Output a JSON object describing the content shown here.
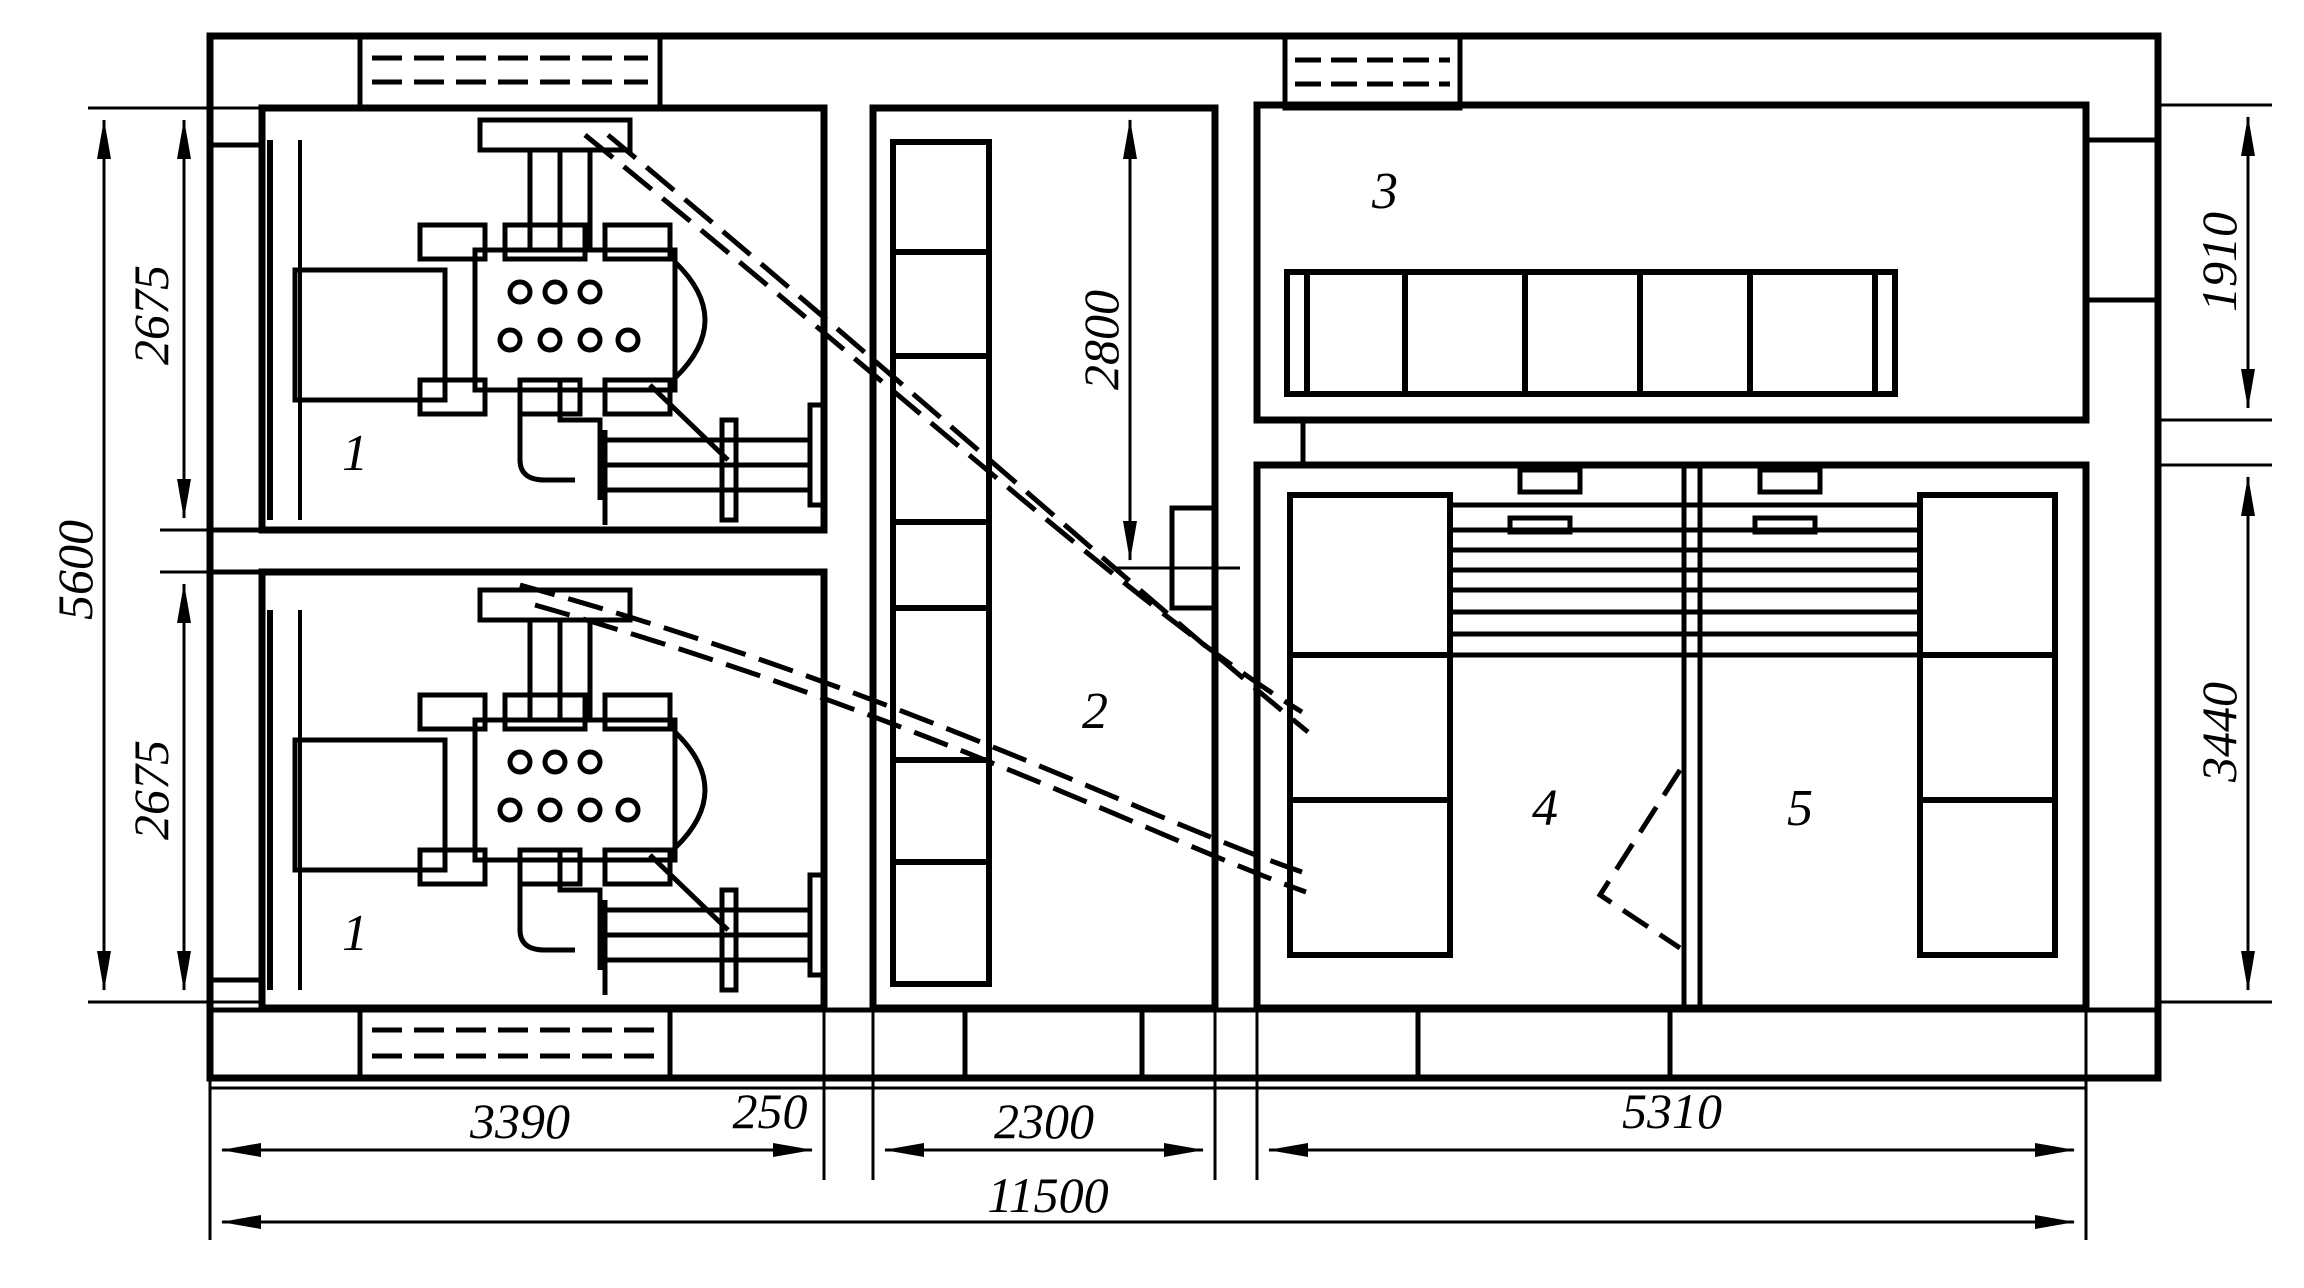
{
  "dimensions": {
    "total_height": "5600",
    "engine_room_height_top": "2675",
    "engine_room_height_bottom": "2675",
    "corridor_height": "2800",
    "room_3_height": "1910",
    "rooms_4_5_height": "3440",
    "engine_rooms_width": "3390",
    "gap_width": "250",
    "corridor_width": "2300",
    "right_block_width": "5310",
    "total_width": "11500"
  },
  "rooms": {
    "engine_room_top": "1",
    "engine_room_bottom": "1",
    "corridor": "2",
    "room_3": "3",
    "room_4": "4",
    "room_5": "5"
  }
}
